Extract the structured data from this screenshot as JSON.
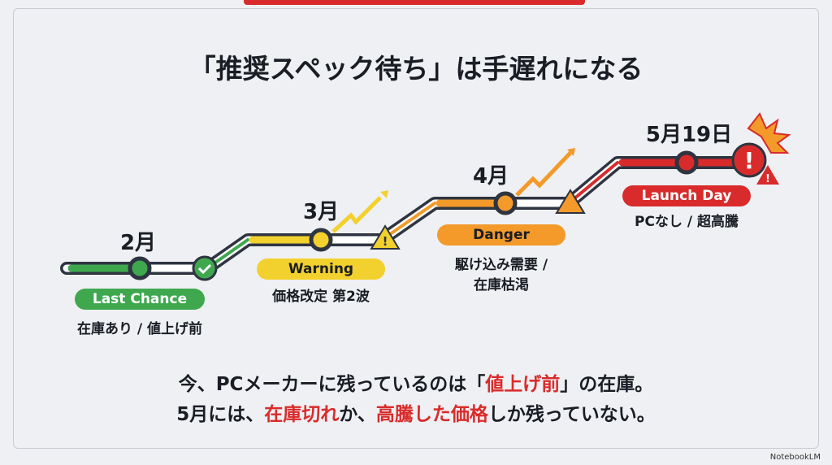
{
  "title": "「推奨スペック待ち」は手遅れになる",
  "stages": [
    {
      "month": "2月",
      "badge": "Last Chance",
      "desc": "在庫あり / 値上げ前",
      "color": "#3fa84f"
    },
    {
      "month": "3月",
      "badge": "Warning",
      "desc": "価格改定 第2波",
      "color": "#f2d12e"
    },
    {
      "month": "4月",
      "badge": "Danger",
      "desc1": "駆け込み需要 /",
      "desc2": "在庫枯渇",
      "color": "#f39a2b"
    },
    {
      "month": "5月19日",
      "badge": "Launch Day",
      "desc": "PCなし / 超高騰",
      "color": "#d92b2b"
    }
  ],
  "bottom": {
    "line1_a": "今、PCメーカーに残っているのは「",
    "line1_b": "値上げ前",
    "line1_c": "」の在庫。",
    "line2_a": "5月には、",
    "line2_b": "在庫切れ",
    "line2_c": "か、",
    "line2_d": "高騰した価格",
    "line2_e": "しか残っていない。"
  },
  "watermark": "NotebookLM"
}
